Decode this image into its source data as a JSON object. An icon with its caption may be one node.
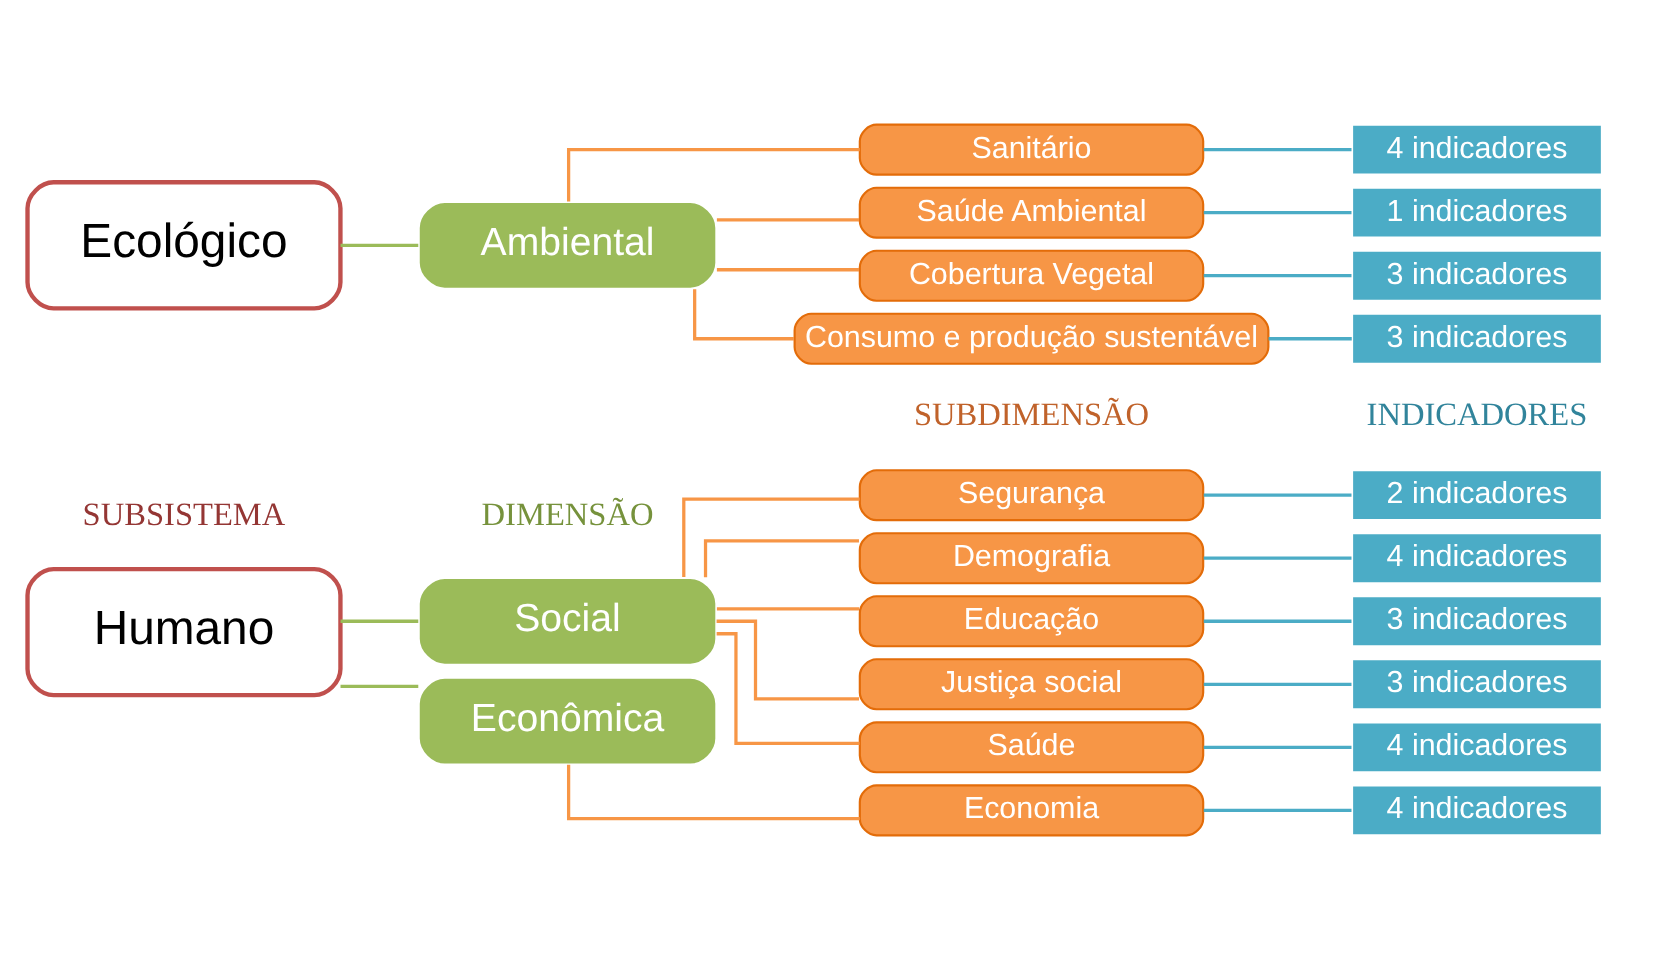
{
  "diagram": {
    "nodes": [
      {
        "text": [
          "Humano"
        ]
      },
      {
        "text": [
          "Ecológico"
        ]
      },
      {
        "text": [
          "Econômica"
        ]
      },
      {
        "text": [
          "Social"
        ]
      },
      {
        "text": [
          "Ambiental"
        ]
      },
      {
        "text": [
          "Economia"
        ]
      },
      {
        "text": [
          "Demografia"
        ]
      },
      {
        "text": [
          "Educação"
        ]
      },
      {
        "text": [
          "Justiça social"
        ]
      },
      {
        "text": [
          "Saúde"
        ]
      },
      {
        "text": [
          "Segurança"
        ]
      },
      {
        "text": [
          "Sanitário"
        ]
      },
      {
        "text": [
          "Saúde Ambiental"
        ]
      },
      {
        "text": [
          "Cobertura Vegetal"
        ]
      },
      {
        "text": [
          "Consumo e produção sustentável"
        ]
      },
      {
        "text": [
          "4 indicadores"
        ]
      },
      {
        "text": [
          "4 indicadores"
        ]
      },
      {
        "text": [
          "3 indicadores"
        ]
      },
      {
        "text": [
          "3 indicadores"
        ]
      },
      {
        "text": [
          "4 indicadores"
        ]
      },
      {
        "text": [
          "2 indicadores"
        ]
      },
      {
        "text": [
          "4 indicadores"
        ]
      },
      {
        "text": [
          "1 indicadores"
        ]
      },
      {
        "text": [
          "3 indicadores"
        ]
      },
      {
        "text": [
          "3 indicadores"
        ]
      }
    ],
    "edges": [
      {
        "from": 0,
        "to": 2,
        "arrow": "none",
        "color": "#9bbb59"
      },
      {
        "from": 0,
        "to": 3,
        "arrow": "none",
        "color": "#9bbb59"
      },
      {
        "from": 1,
        "to": 4,
        "arrow": "none",
        "color": "#9bbb59"
      },
      {
        "from": 2,
        "to": 5,
        "arrow": "none",
        "color": "#f79646"
      },
      {
        "from": 3,
        "to": 6,
        "arrow": "none",
        "color": "#f79646"
      },
      {
        "from": 3,
        "to": 7,
        "arrow": "none",
        "color": "#f79646"
      },
      {
        "from": 3,
        "to": 8,
        "arrow": "none",
        "color": "#f79646"
      },
      {
        "from": 3,
        "to": 9,
        "arrow": "none",
        "color": "#f79646"
      },
      {
        "from": 3,
        "to": 10,
        "arrow": "none",
        "color": "#f79646"
      },
      {
        "from": 4,
        "to": 11,
        "arrow": "none",
        "color": "#f79646"
      },
      {
        "from": 4,
        "to": 12,
        "arrow": "none",
        "color": "#f79646"
      },
      {
        "from": 4,
        "to": 13,
        "arrow": "none",
        "color": "#f79646"
      },
      {
        "from": 4,
        "to": 14,
        "arrow": "none",
        "color": "#f79646"
      },
      {
        "from": 5,
        "to": 15,
        "arrow": "none",
        "color": "#4bacc6"
      },
      {
        "from": 6,
        "to": 16,
        "arrow": "none",
        "color": "#4bacc6"
      },
      {
        "from": 7,
        "to": 17,
        "arrow": "none",
        "color": "#4bacc6"
      },
      {
        "from": 8,
        "to": 18,
        "arrow": "none",
        "color": "#4bacc6"
      },
      {
        "from": 9,
        "to": 19,
        "arrow": "none",
        "color": "#4bacc6"
      },
      {
        "from": 10,
        "to": 20,
        "arrow": "none",
        "color": "#4bacc6"
      },
      {
        "from": 11,
        "to": 21,
        "arrow": "none",
        "color": "#4bacc6"
      },
      {
        "from": 12,
        "to": 22,
        "arrow": "none",
        "color": "#4bacc6"
      },
      {
        "from": 13,
        "to": 23,
        "arrow": "none",
        "color": "#4bacc6"
      },
      {
        "from": 14,
        "to": 24,
        "arrow": "none",
        "color": "#4bacc6"
      }
    ],
    "labels": [
      "SUBSISTEMA",
      "DIMENSÃO",
      "SUBDIMENSÃO",
      "INDICADORES"
    ]
  }
}
